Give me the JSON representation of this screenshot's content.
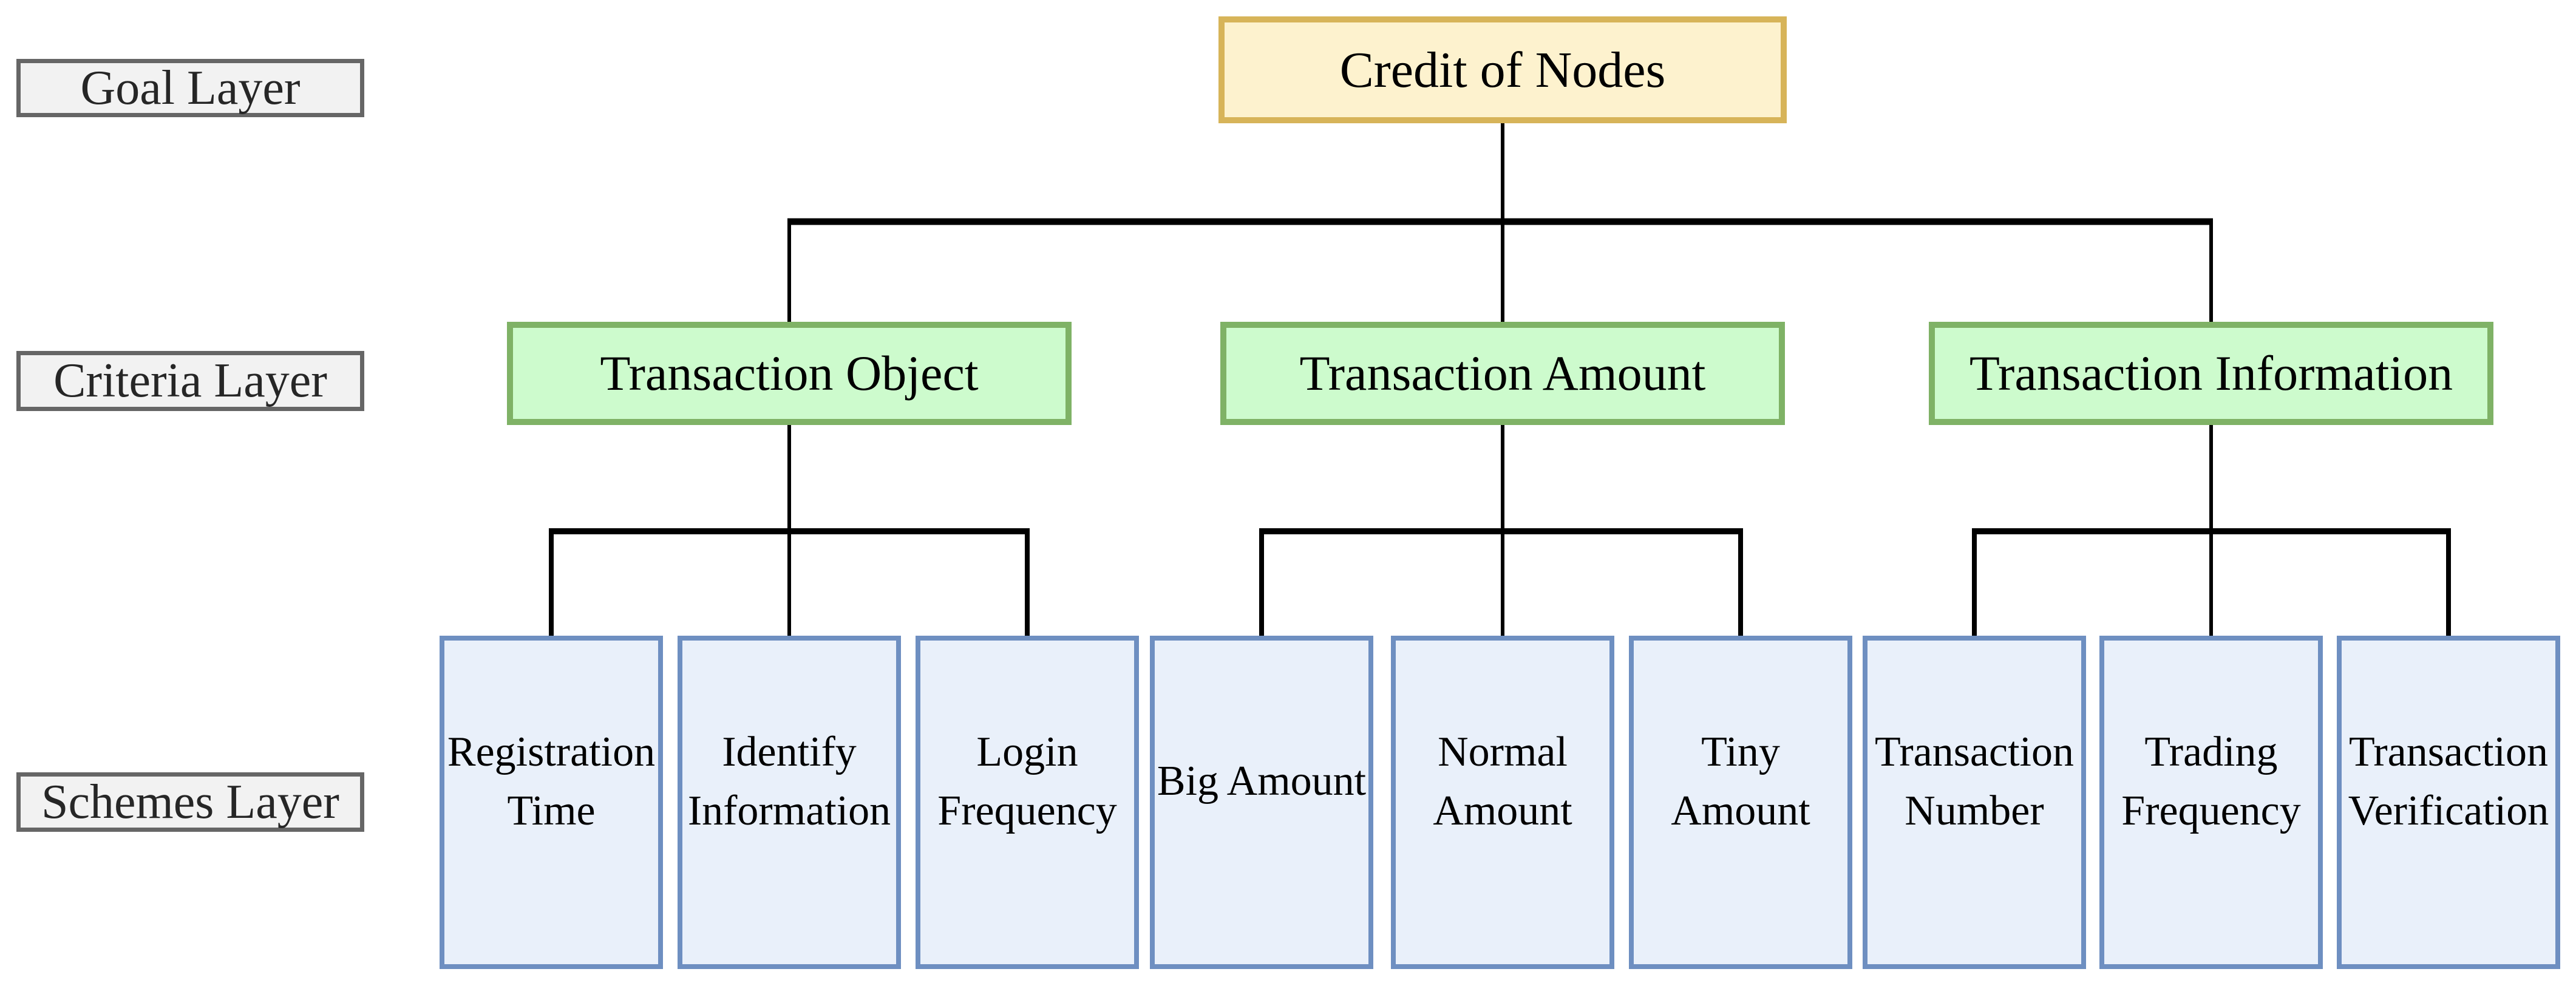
{
  "layer_labels": [
    {
      "label": "Goal Layer"
    },
    {
      "label": "Criteria Layer"
    },
    {
      "label": "Schemes Layer"
    }
  ],
  "goal": {
    "label": "Credit of Nodes"
  },
  "criteria": [
    {
      "label": "Transaction Object",
      "schemes": [
        "Registration Time",
        "Identify Information",
        "Login Frequency"
      ]
    },
    {
      "label": "Transaction Amount",
      "schemes": [
        "Big Amount",
        "Normal Amount",
        "Tiny Amount"
      ]
    },
    {
      "label": "Transaction Information",
      "schemes": [
        "Transaction Number",
        "Trading Frequency",
        "Transaction Verification"
      ]
    }
  ],
  "colors": {
    "goal_fill": "#FDF2CE",
    "goal_border": "#D7B459",
    "criteria_fill": "#CDFBCD",
    "criteria_border": "#7FB266",
    "scheme_fill": "#E9F0FA",
    "scheme_border": "#6E8FC1",
    "label_fill": "#F2F2F2",
    "label_border": "#666666",
    "line": "#000000"
  }
}
